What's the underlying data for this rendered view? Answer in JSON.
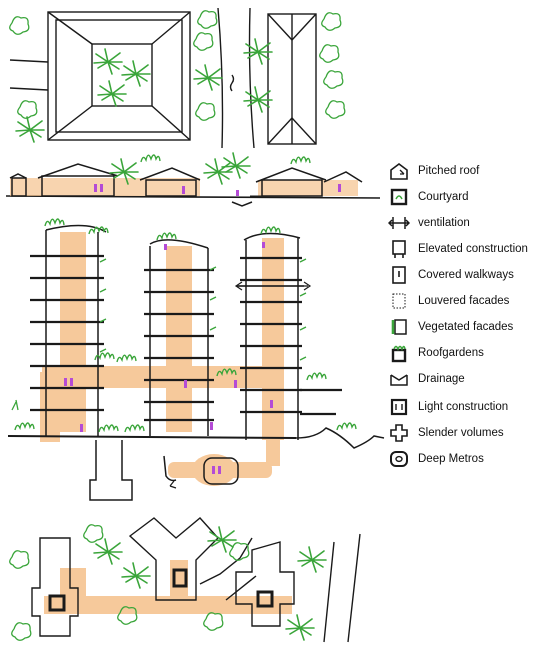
{
  "colors": {
    "ink": "#1a1a1a",
    "vegetation": "#3aa53a",
    "circulation": "#f3b77a",
    "accent": "#b44bd6"
  },
  "legend": {
    "items": [
      {
        "label": "Pitched roof",
        "icon": "pitched-roof-icon"
      },
      {
        "label": "Courtyard",
        "icon": "courtyard-icon"
      },
      {
        "label": "ventilation",
        "icon": "ventilation-icon"
      },
      {
        "label": "Elevated construction",
        "icon": "elevated-construction-icon"
      },
      {
        "label": "Covered walkways",
        "icon": "covered-walkway-icon"
      },
      {
        "label": "Louvered facades",
        "icon": "louvered-facade-icon"
      },
      {
        "label": "Vegetated facades",
        "icon": "vegetated-facade-icon"
      },
      {
        "label": "Roofgardens",
        "icon": "roofgarden-icon"
      },
      {
        "label": "Drainage",
        "icon": "drainage-icon"
      },
      {
        "label": "Light construction",
        "icon": "light-construction-icon"
      },
      {
        "label": "Slender volumes",
        "icon": "slender-volume-icon"
      },
      {
        "label": "Deep Metros",
        "icon": "deep-metro-icon"
      }
    ]
  }
}
